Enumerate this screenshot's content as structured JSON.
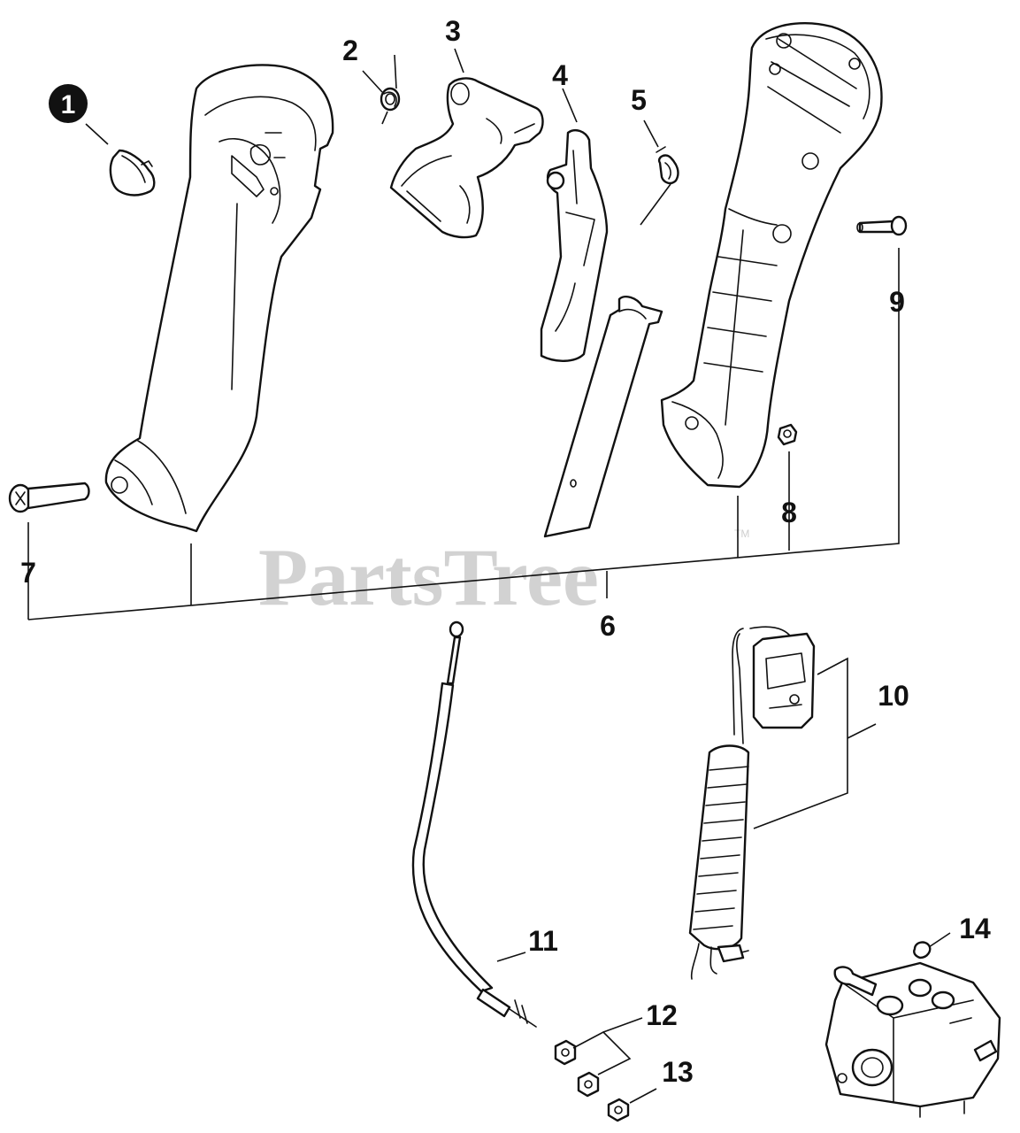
{
  "watermark": {
    "text": "PartsTree",
    "trademark": "TM"
  },
  "callouts": [
    {
      "id": "1",
      "label": "1",
      "highlighted": true
    },
    {
      "id": "2",
      "label": "2"
    },
    {
      "id": "3",
      "label": "3"
    },
    {
      "id": "4",
      "label": "4"
    },
    {
      "id": "5",
      "label": "5"
    },
    {
      "id": "6",
      "label": "6"
    },
    {
      "id": "7",
      "label": "7"
    },
    {
      "id": "8",
      "label": "8"
    },
    {
      "id": "9",
      "label": "9"
    },
    {
      "id": "10",
      "label": "10"
    },
    {
      "id": "11",
      "label": "11"
    },
    {
      "id": "12",
      "label": "12"
    },
    {
      "id": "13",
      "label": "13"
    },
    {
      "id": "14",
      "label": "14"
    }
  ],
  "colors": {
    "ink": "#111111",
    "watermark": "#d2d2d2",
    "background": "#ffffff"
  }
}
